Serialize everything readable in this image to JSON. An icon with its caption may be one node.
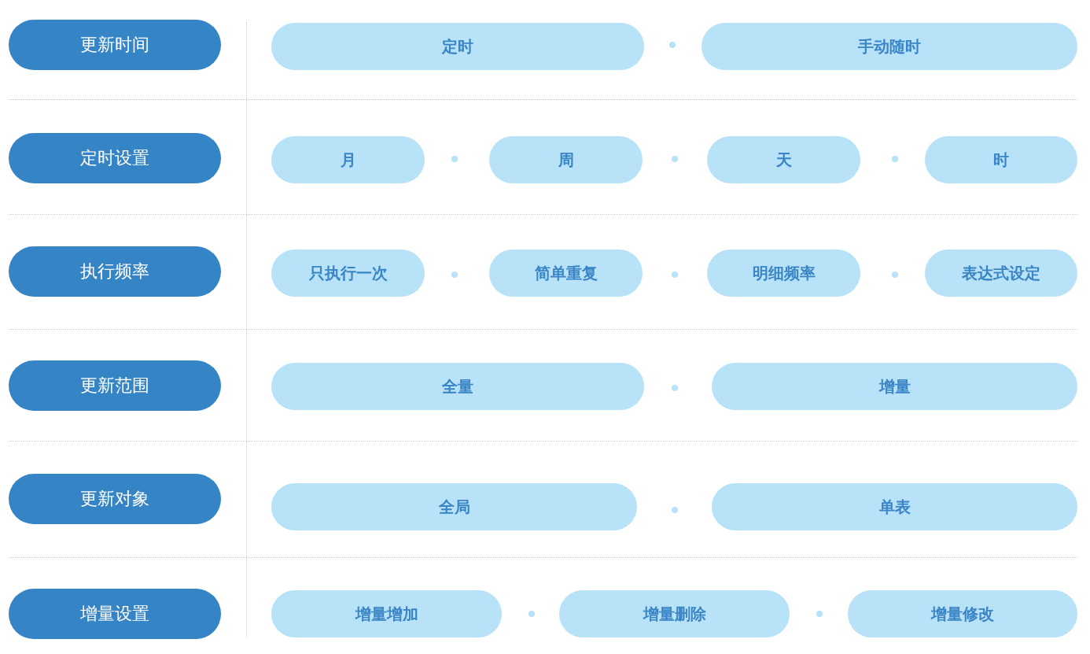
{
  "diagram": {
    "nodes": [
      {
        "text": [
          "更新时间"
        ]
      },
      {
        "text": [
          "定时"
        ]
      },
      {
        "text": [
          "手动随时"
        ]
      },
      {
        "text": [
          "定时设置"
        ]
      },
      {
        "text": [
          "月"
        ]
      },
      {
        "text": [
          "周"
        ]
      },
      {
        "text": [
          "天"
        ]
      },
      {
        "text": [
          "时"
        ]
      },
      {
        "text": [
          "执行频率"
        ]
      },
      {
        "text": [
          "只执行一次"
        ]
      },
      {
        "text": [
          "简单重复"
        ]
      },
      {
        "text": [
          "明细频率"
        ]
      },
      {
        "text": [
          "表达式设定"
        ]
      },
      {
        "text": [
          "更新范围"
        ]
      },
      {
        "text": [
          "全量"
        ]
      },
      {
        "text": [
          "增量"
        ]
      },
      {
        "text": [
          "更新对象"
        ]
      },
      {
        "text": [
          "全局"
        ]
      },
      {
        "text": [
          "单表"
        ]
      },
      {
        "text": [
          "增量设置"
        ]
      },
      {
        "text": [
          "增量增加"
        ]
      },
      {
        "text": [
          "增量删除"
        ]
      },
      {
        "text": [
          "增量修改"
        ]
      }
    ]
  }
}
